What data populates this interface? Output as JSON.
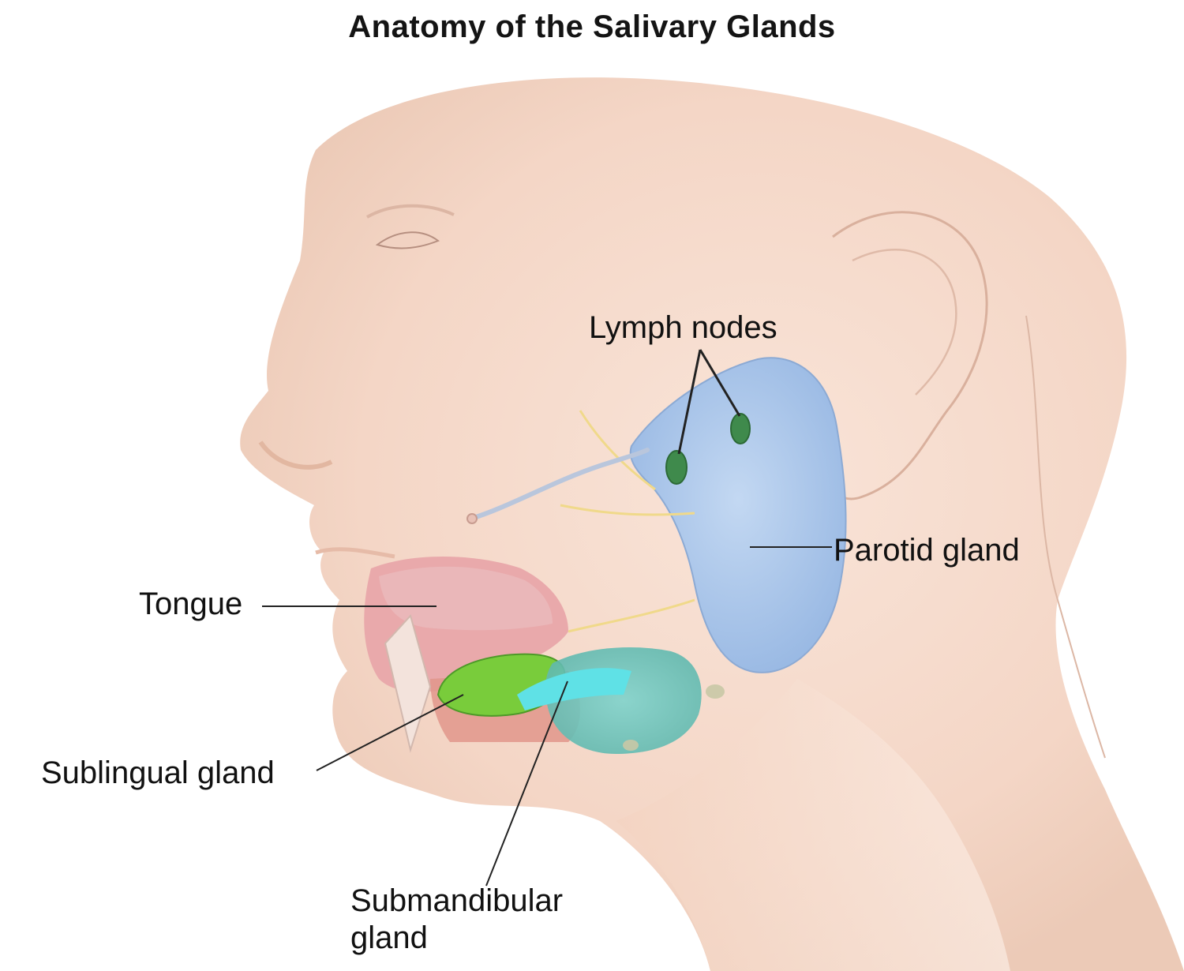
{
  "title": "Anatomy of the Salivary Glands",
  "labels": {
    "lymph_nodes": "Lymph nodes",
    "parotid_gland": "Parotid gland",
    "tongue": "Tongue",
    "sublingual_gland": "Sublingual gland",
    "submandibular_line1": "Submandibular",
    "submandibular_line2": "gland"
  },
  "colors": {
    "skin": "#f6dccd",
    "skin_shadow": "#e9bfa8",
    "parotid": "#a9c6ea",
    "lymph_node": "#3f8a4c",
    "sublingual": "#7ccf3c",
    "submandibular": "#5fd6d8",
    "submandibular_shadow": "#6fbcb6",
    "tongue": "#e5a7ab",
    "nerve": "#f0d98a",
    "duct": "#b9c6dc",
    "leader_line": "#222222"
  }
}
